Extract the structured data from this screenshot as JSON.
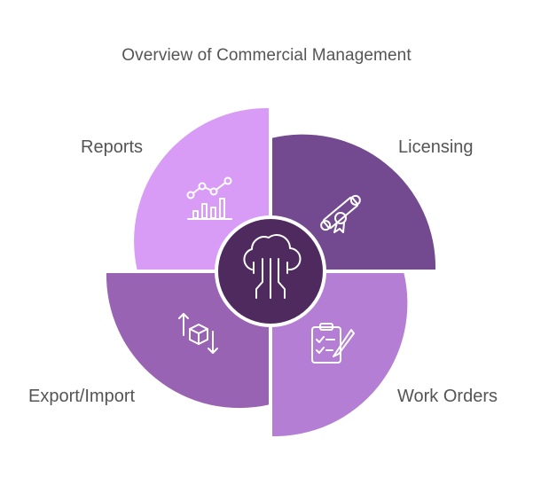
{
  "title": "Overview of Commercial Management",
  "center": {
    "icon": "cloud-circuit-icon"
  },
  "segments": [
    {
      "label": "Reports",
      "icon": "chart-icon",
      "color": "#D89CF6"
    },
    {
      "label": "Licensing",
      "icon": "diploma-icon",
      "color": "#734A8F"
    },
    {
      "label": "Work Orders",
      "icon": "clipboard-icon",
      "color": "#B57ED5"
    },
    {
      "label": "Export/Import",
      "icon": "exchange-icon",
      "color": "#9963B3"
    }
  ],
  "colors": {
    "center": "#4E2A5E",
    "text": "#555555",
    "line": "#ffffff"
  }
}
